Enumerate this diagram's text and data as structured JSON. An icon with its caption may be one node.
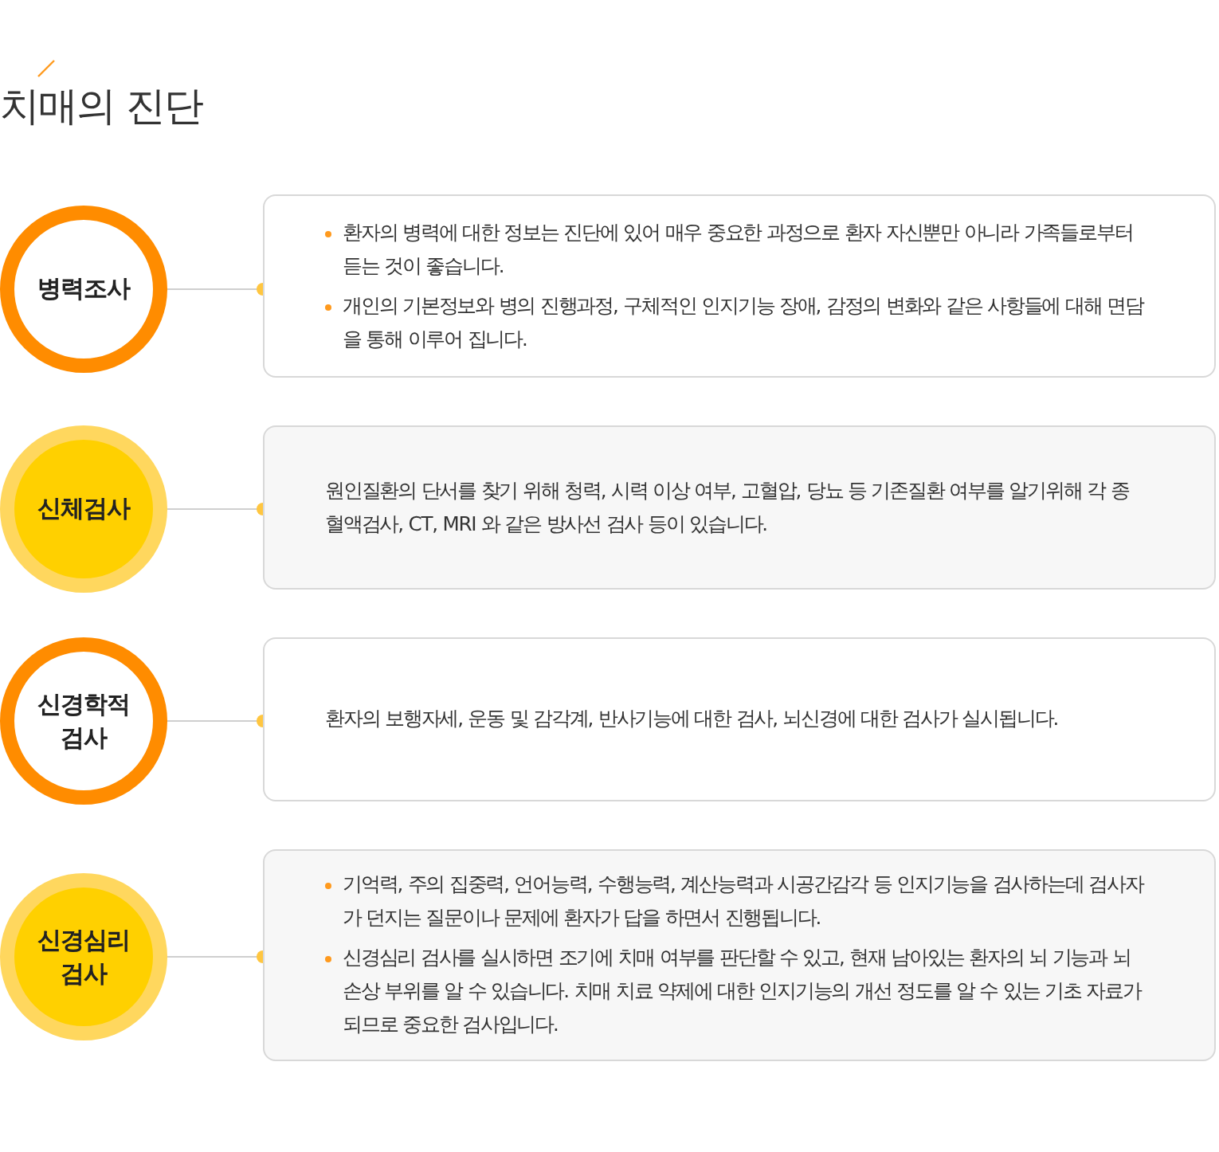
{
  "diagram": {
    "title": "치매의 진단",
    "nodes": [
      {
        "text": [
          "병력조사"
        ]
      },
      {
        "text": [
          "환자의 병력에 대한 정보는 진단에 있어 매우 중요한 과정으로 환자 자신뿐만 아니라 가족들로부터 듣는 것이 좋습니다.",
          "개인의 기본정보와 병의 진행과정, 구체적인 인지기능 장애, 감정의 변화와 같은 사항들에 대해 면담을 통해 이루어 집니다."
        ]
      },
      {
        "text": [
          "신체검사"
        ]
      },
      {
        "text": [
          "원인질환의 단서를 찾기 위해 청력, 시력 이상 여부, 고혈압, 당뇨 등 기존질환 여부를 알기위해 각 종 혈액검사, CT, MRI 와 같은 방사선 검사 등이 있습니다."
        ]
      },
      {
        "text": [
          "신경학적 검사"
        ]
      },
      {
        "text": [
          "환자의 보행자세, 운동 및 감각계, 반사기능에 대한 검사, 뇌신경에 대한 검사가 실시됩니다."
        ]
      },
      {
        "text": [
          "신경심리 검사"
        ]
      },
      {
        "text": [
          "기억력, 주의 집중력, 언어능력, 수행능력, 계산능력과 시공간감각 등 인지기능을 검사하는데 검사자가 던지는 질문이나 문제에 환자가 답을 하면서 진행됩니다.",
          "신경심리 검사를 실시하면 조기에 치매 여부를 판단할 수 있고, 현재 남아있는 환자의 뇌 기능과 뇌 손상 부위를 알 수 있습니다.  치매 치료 약제에 대한 인지기능의 개선 정도를 알 수 있는 기초 자료가 되므로 중요한 검사입니다."
        ]
      }
    ],
    "edges": [
      {
        "from": 0,
        "to": 1,
        "arrow": "other"
      },
      {
        "from": 2,
        "to": 3,
        "arrow": "other"
      },
      {
        "from": 4,
        "to": 5,
        "arrow": "other"
      },
      {
        "from": 6,
        "to": 7,
        "arrow": "other"
      }
    ]
  }
}
